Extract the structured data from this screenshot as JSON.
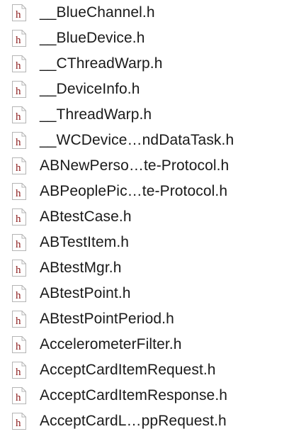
{
  "icon": {
    "name": "header-file-icon",
    "glyph": "h",
    "glyph_color": "#8b1a1a"
  },
  "files": [
    {
      "name": "__BlueChannel.h"
    },
    {
      "name": "__BlueDevice.h"
    },
    {
      "name": "__CThreadWarp.h"
    },
    {
      "name": "__DeviceInfo.h"
    },
    {
      "name": "__ThreadWarp.h"
    },
    {
      "name": "__WCDevice…ndDataTask.h"
    },
    {
      "name": "ABNewPerso…te-Protocol.h"
    },
    {
      "name": "ABPeoplePic…te-Protocol.h"
    },
    {
      "name": "ABtestCase.h"
    },
    {
      "name": "ABTestItem.h"
    },
    {
      "name": "ABtestMgr.h"
    },
    {
      "name": "ABtestPoint.h"
    },
    {
      "name": "ABtestPointPeriod.h"
    },
    {
      "name": "AccelerometerFilter.h"
    },
    {
      "name": "AcceptCardItemRequest.h"
    },
    {
      "name": "AcceptCardItemResponse.h"
    },
    {
      "name": "AcceptCardL…ppRequest.h"
    }
  ]
}
